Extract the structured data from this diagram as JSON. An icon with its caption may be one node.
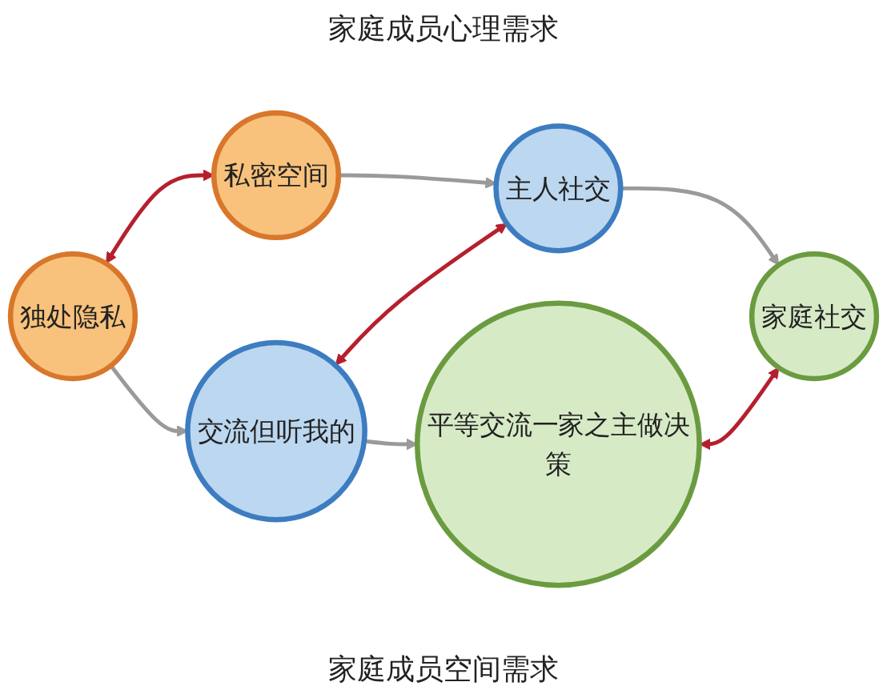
{
  "diagram": {
    "nodes": [
      {
        "text": [
          "独处隐私"
        ]
      },
      {
        "text": [
          "交流但听我的"
        ]
      },
      {
        "text": [
          "平等交流一家之主做决策"
        ]
      },
      {
        "text": [
          "私密空间"
        ]
      },
      {
        "text": [
          "主人社交"
        ]
      },
      {
        "text": [
          "家庭社交"
        ]
      }
    ],
    "edges": [
      {
        "from": 0,
        "to": 1,
        "arrow": "to"
      },
      {
        "from": 1,
        "to": 2,
        "arrow": "to"
      },
      {
        "from": 3,
        "to": 4,
        "arrow": "to"
      },
      {
        "from": 4,
        "to": 5,
        "arrow": "to"
      },
      {
        "from": 0,
        "to": 3,
        "arrow": "both",
        "color": "#b5202e"
      },
      {
        "from": 1,
        "to": 4,
        "arrow": "both",
        "color": "#b5202e"
      },
      {
        "from": 2,
        "to": 5,
        "arrow": "both",
        "color": "#b5202e"
      }
    ],
    "labels": [
      "家庭成员心理需求",
      "家庭成员空间需求"
    ]
  }
}
